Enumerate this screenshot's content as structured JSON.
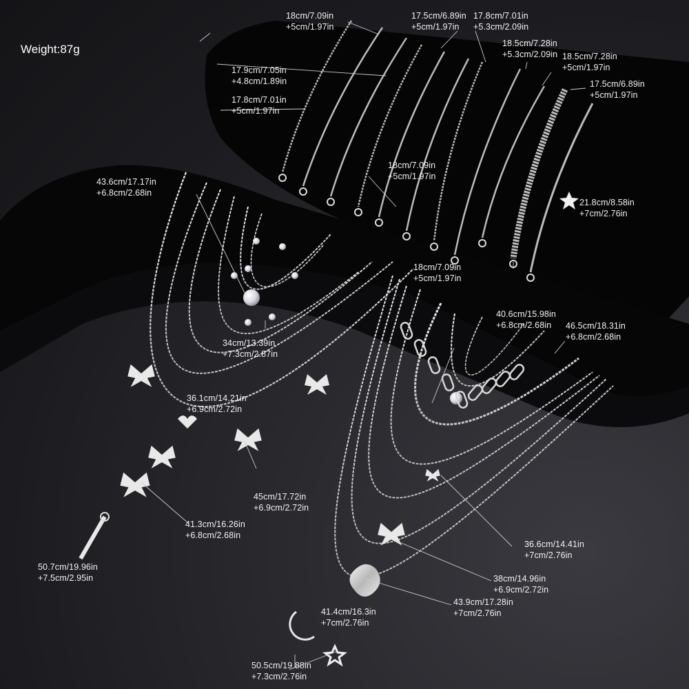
{
  "product": {
    "weight_label": "Weight:87g",
    "background_color": "#1c1c20",
    "display_stand_color": "#050505",
    "metal_color": "#d8d8d8"
  },
  "bracelets": [
    {
      "id": "b1",
      "length": "18cm/7.09in",
      "extension": "+5cm/1.97in",
      "style": "thin cable chain"
    },
    {
      "id": "b2",
      "length": "17.9cm/7.05in",
      "extension": "+4.8cm/1.89in",
      "style": "bead station chain"
    },
    {
      "id": "b3",
      "length": "17.8cm/7.01in",
      "extension": "+5cm/1.97in",
      "style": "cable chain"
    },
    {
      "id": "b4",
      "length": "17.5cm/6.89in",
      "extension": "+5cm/1.97in",
      "style": "figaro chain"
    },
    {
      "id": "b5",
      "length": "17.8cm/7.01in",
      "extension": "+5.3cm/2.09in",
      "style": "box chain"
    },
    {
      "id": "b6",
      "length": "18.5cm/7.28in",
      "extension": "+5.3cm/2.09in",
      "style": "bead ball chain"
    },
    {
      "id": "b7",
      "length": "18.5cm/7.28in",
      "extension": "+5cm/1.97in",
      "style": "herringbone flat chain"
    },
    {
      "id": "b8",
      "length": "17.5cm/6.89in",
      "extension": "+5cm/1.97in",
      "style": "paperclip chain"
    },
    {
      "id": "b9",
      "length": "21.8cm/8.58in",
      "extension": "+7cm/2.76in",
      "style": "star charm chain"
    },
    {
      "id": "b10",
      "length": "18cm/7.09in",
      "extension": "+5cm/1.97in",
      "style": "rope chain"
    }
  ],
  "necklaces": [
    {
      "id": "n1",
      "length": "43.6cm/17.17in",
      "extension": "+6.8cm/2.68in",
      "pendant": "pearl"
    },
    {
      "id": "n2",
      "length": "34cm/13.39in",
      "extension": "+7.3cm/2.87in",
      "pendant": "pearl station"
    },
    {
      "id": "n3",
      "length": "36.1cm/14.21in",
      "extension": "+6.9cm/2.72in",
      "pendant": "heart"
    },
    {
      "id": "n4",
      "length": "45cm/17.72in",
      "extension": "+6.9cm/2.72in",
      "pendant": "butterfly"
    },
    {
      "id": "n5",
      "length": "41.3cm/16.26in",
      "extension": "+6.8cm/2.68in",
      "pendant": "rhinestone butterfly"
    },
    {
      "id": "n6",
      "length": "50.7cm/19.96in",
      "extension": "+7.5cm/2.95in",
      "pendant": "bar"
    },
    {
      "id": "n7",
      "length": "40.6cm/15.98in",
      "extension": "+6.8cm/2.68in",
      "pendant": "pearl"
    },
    {
      "id": "n8",
      "length": "46.5cm/18.31in",
      "extension": "+6.8cm/2.68in",
      "pendant": "paperclip chain"
    },
    {
      "id": "n9",
      "length": "36.6cm/14.41in",
      "extension": "+7cm/2.76in",
      "pendant": "small butterfly"
    },
    {
      "id": "n10",
      "length": "38cm/14.96in",
      "extension": "+6.9cm/2.72in",
      "pendant": "rhinestone butterfly"
    },
    {
      "id": "n11",
      "length": "43.9cm/17.28in",
      "extension": "+7cm/2.76in",
      "pendant": "puffy heart"
    },
    {
      "id": "n12",
      "length": "41.4cm/16.3in",
      "extension": "+7cm/2.76in",
      "pendant": "chain"
    },
    {
      "id": "n13",
      "length": "50.5cm/19.88in",
      "extension": "+7.3cm/2.76in",
      "pendant": "moon and star"
    }
  ]
}
